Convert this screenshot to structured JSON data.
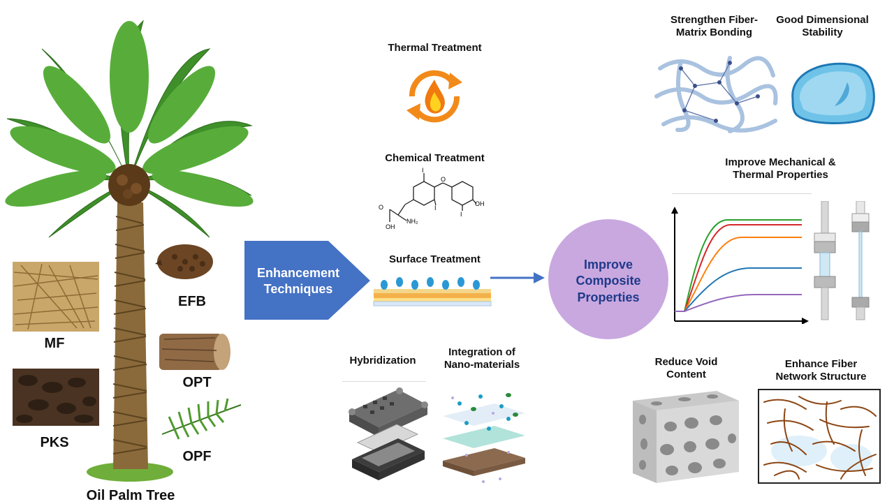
{
  "tree": {
    "title": "Oil Palm Tree"
  },
  "materials": {
    "mf": "MF",
    "pks": "PKS",
    "efb": "EFB",
    "opt": "OPT",
    "opf": "OPF"
  },
  "enhancement": {
    "line1": "Enhancement",
    "line2": "Techniques"
  },
  "treatments": {
    "thermal": "Thermal Treatment",
    "chemical": "Chemical Treatment",
    "surface": "Surface Treatment",
    "hybridization": "Hybridization",
    "nano_line1": "Integration of",
    "nano_line2": "Nano-materials"
  },
  "chem_labels": {
    "i1": "I",
    "i2": "I",
    "i3": "I",
    "o": "O",
    "oh": "OH",
    "nh2": "NH₂",
    "o2": "O",
    "oh2": "OH"
  },
  "result": {
    "line1": "Improve",
    "line2": "Composite",
    "line3": "Properties"
  },
  "outcomes": {
    "bonding_line1": "Strengthen Fiber-",
    "bonding_line2": "Matrix Bonding",
    "stability_line1": "Good Dimensional",
    "stability_line2": "Stability",
    "mech_line1": "Improve Mechanical &",
    "mech_line2": "Thermal  Properties",
    "void_line1": "Reduce Void",
    "void_line2": "Content",
    "network_line1": "Enhance Fiber",
    "network_line2": "Network Structure"
  },
  "colors": {
    "arrow_blue": "#4472C4",
    "circle_purple": "#C9A8E0",
    "curve_green": "#2ca02c",
    "curve_red": "#d62728",
    "curve_orange": "#ff7f0e",
    "curve_blue": "#1f77b4",
    "curve_purple": "#9467bd"
  }
}
